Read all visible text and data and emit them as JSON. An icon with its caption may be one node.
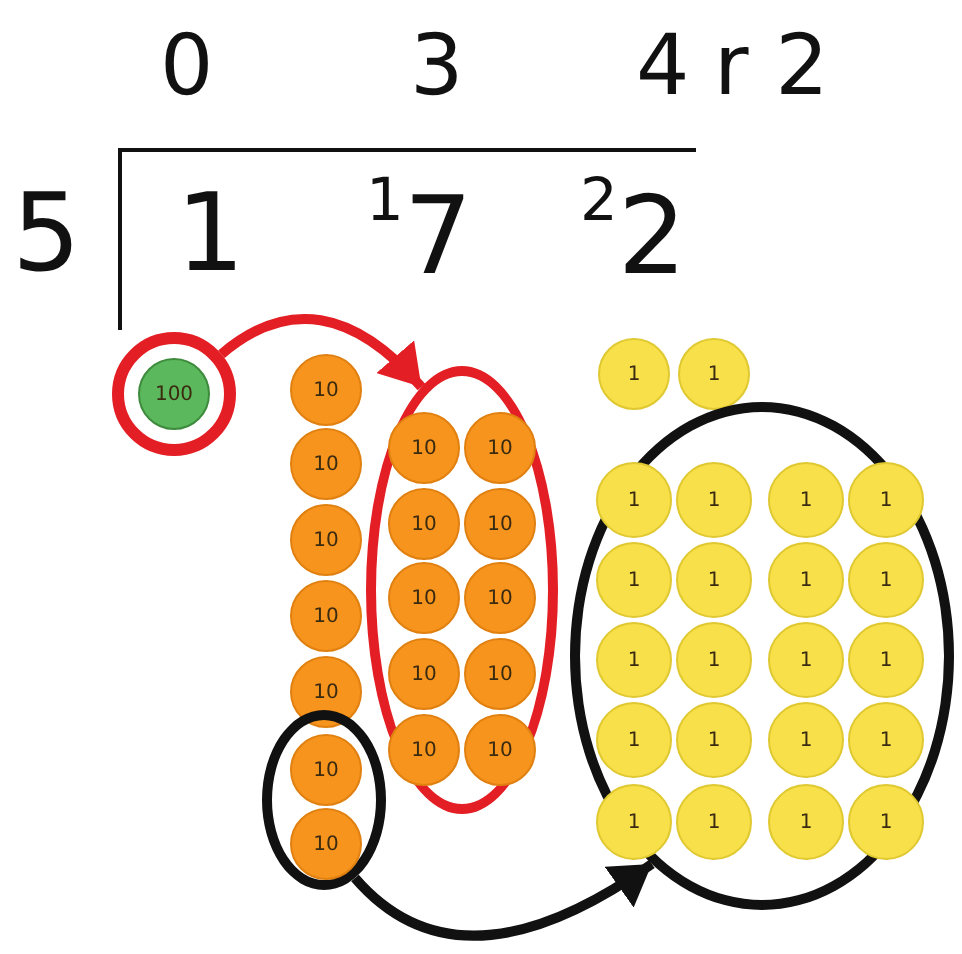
{
  "diagram": {
    "nodes": [
      {
        "text": [],
        "shape": "circle"
      },
      {
        "text": [
          "100"
        ],
        "in": 0
      },
      {
        "text": [
          "10"
        ]
      },
      {
        "text": [
          "10"
        ]
      },
      {
        "text": [
          "10"
        ]
      },
      {
        "text": [
          "10"
        ]
      },
      {
        "text": [
          "10"
        ]
      },
      {
        "text": [],
        "shape": "oval"
      },
      {
        "text": [
          "10"
        ],
        "in": 7
      },
      {
        "text": [
          "10"
        ],
        "in": 7
      },
      {
        "text": [
          "10"
        ],
        "in": 7
      },
      {
        "text": [
          "10"
        ],
        "in": 7
      },
      {
        "text": [
          "10"
        ],
        "in": 7
      },
      {
        "text": [
          "10"
        ],
        "in": 7
      },
      {
        "text": [
          "10"
        ],
        "in": 7
      },
      {
        "text": [
          "10"
        ],
        "in": 7
      },
      {
        "text": [
          "10"
        ],
        "in": 7
      },
      {
        "text": [
          "10"
        ],
        "in": 7
      },
      {
        "text": [],
        "shape": "oval"
      },
      {
        "text": [
          "10"
        ],
        "in": 18
      },
      {
        "text": [
          "10"
        ],
        "in": 18
      },
      {
        "text": [
          "1"
        ]
      },
      {
        "text": [
          "1"
        ]
      },
      {
        "text": [],
        "shape": "oval"
      },
      {
        "text": [
          "1"
        ],
        "in": 23
      },
      {
        "text": [
          "1"
        ],
        "in": 23
      },
      {
        "text": [
          "1"
        ],
        "in": 23
      },
      {
        "text": [
          "1"
        ],
        "in": 23
      },
      {
        "text": [
          "1"
        ],
        "in": 23
      },
      {
        "text": [
          "1"
        ],
        "in": 23
      },
      {
        "text": [
          "1"
        ],
        "in": 23
      },
      {
        "text": [
          "1"
        ],
        "in": 23
      },
      {
        "text": [
          "1"
        ],
        "in": 23
      },
      {
        "text": [
          "1"
        ],
        "in": 23
      },
      {
        "text": [
          "1"
        ],
        "in": 23
      },
      {
        "text": [
          "1"
        ],
        "in": 23
      },
      {
        "text": [
          "1"
        ],
        "in": 23
      },
      {
        "text": [
          "1"
        ],
        "in": 23
      },
      {
        "text": [
          "1"
        ],
        "in": 23
      },
      {
        "text": [
          "1"
        ],
        "in": 23
      },
      {
        "text": [
          "1"
        ],
        "in": 23
      },
      {
        "text": [
          "1"
        ],
        "in": 23
      },
      {
        "text": [
          "1"
        ],
        "in": 23
      },
      {
        "text": [
          "1"
        ],
        "in": 23
      }
    ],
    "edges": [
      {
        "from": 0,
        "to": 7,
        "arrow": "to",
        "color": "#e31e24"
      },
      {
        "from": 18,
        "to": 23,
        "arrow": "to",
        "color": "#111111"
      }
    ],
    "labels": [
      "0",
      "3",
      "4",
      "r 2",
      "5",
      "1",
      "$^{1}$7",
      "$^{2}$2"
    ]
  }
}
